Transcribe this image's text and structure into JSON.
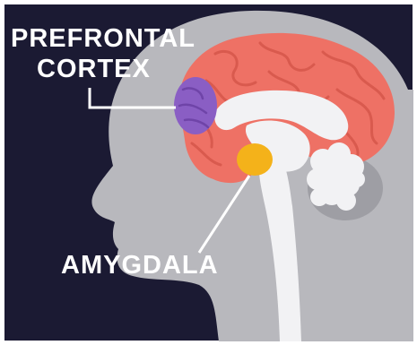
{
  "labels": {
    "prefrontal_line1": "PREFRONTAL",
    "prefrontal_line2": "CORTEX",
    "amygdala": "AMYGDALA"
  },
  "colors": {
    "background": "#1b1a33",
    "head": "#b8b8bd",
    "head_shadow": "#9e9ea4",
    "brain": "#ee7165",
    "brain_dark": "#d95a4e",
    "prefrontal": "#8a5ec4",
    "prefrontal_dark": "#6f44a8",
    "amygdala": "#f4b21a",
    "inner_white": "#f2f2f4",
    "label_text": "#ffffff",
    "frame": "#ffffff"
  }
}
